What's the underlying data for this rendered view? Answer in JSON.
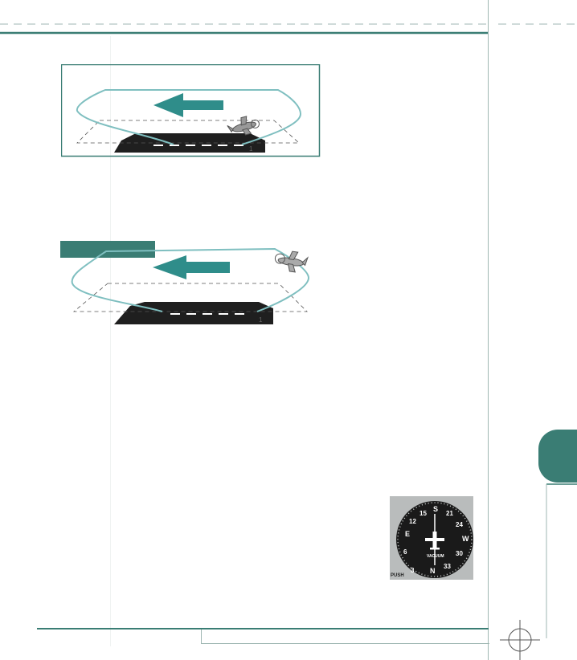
{
  "page": {
    "accent_color": "#3a7d74",
    "crop_line_color": "#9fb7b3"
  },
  "figure_top": {
    "frame": "outlined",
    "arrow_direction": "left",
    "icons": [
      "runway-icon",
      "airplane-icon",
      "traffic-pattern-icon"
    ]
  },
  "figure_bottom": {
    "label_bar": "",
    "arrow_direction": "left",
    "icons": [
      "runway-icon",
      "airplane-icon",
      "traffic-pattern-icon"
    ]
  },
  "heading_indicator": {
    "dial_labels": [
      "3",
      "6",
      "E",
      "12",
      "15",
      "S",
      "21",
      "24",
      "W",
      "30",
      "33",
      "N"
    ],
    "center_label": "VACUUM",
    "knob_label": "PUSH"
  },
  "chapter_tab": {
    "color": "#3a7d74"
  }
}
